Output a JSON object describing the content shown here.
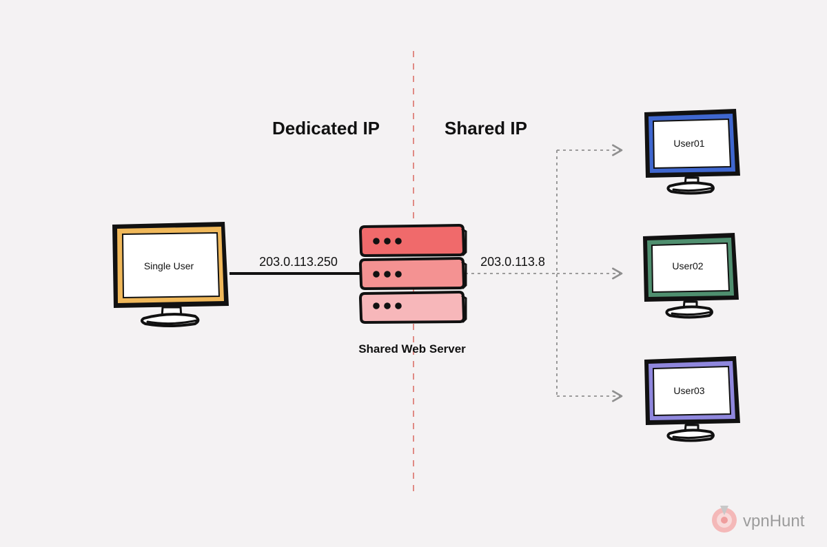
{
  "diagram": {
    "headings": {
      "dedicated": "Dedicated IP",
      "shared": "Shared IP"
    },
    "ips": {
      "dedicated": "203.0.113.250",
      "shared": "203.0.113.8"
    },
    "server": {
      "label": "Shared Web Server"
    },
    "users": {
      "single": "Single User",
      "user01": "User01",
      "user02": "User02",
      "user03": "User03"
    },
    "brand": {
      "name": "vpnHunt"
    }
  },
  "colors": {
    "background": "#f4f2f3",
    "divider": "#e08a84",
    "monitor_single": "#f0b85a",
    "monitor_user01": "#3f67cf",
    "monitor_user02": "#4f8f6f",
    "monitor_user03": "#8f87dd",
    "server_top": "#f06a6b",
    "server_mid": "#f49292",
    "server_bottom": "#f7b7ba",
    "connection_solid": "#111111",
    "connection_dashed": "#8f8f8f",
    "brand_icon": "#f4b8b8"
  }
}
